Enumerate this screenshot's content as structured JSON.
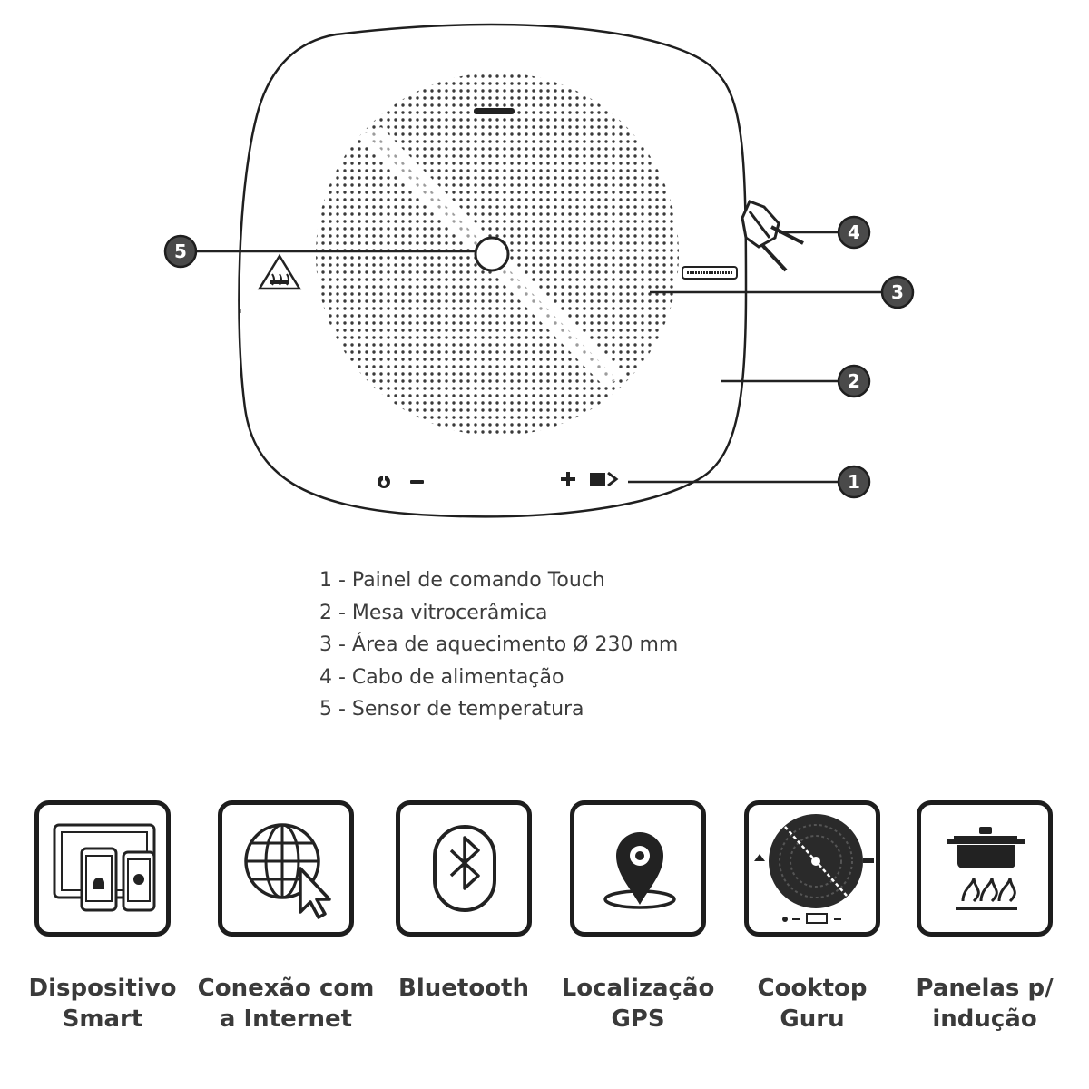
{
  "callouts": [
    {
      "number": "1",
      "text": "1 - Painel de comando Touch"
    },
    {
      "number": "2",
      "text": "2 - Mesa vitrocerâmica"
    },
    {
      "number": "3",
      "text": "3 - Área de aquecimento Ø 230 mm"
    },
    {
      "number": "4",
      "text": "4 - Cabo de alimentação"
    },
    {
      "number": "5",
      "text": "5 - Sensor de temperatura"
    }
  ],
  "features": [
    {
      "label": "Dispositivo\nSmart",
      "icon": "smart-devices-icon"
    },
    {
      "label": "Conexão com\na Internet",
      "icon": "globe-cursor-icon"
    },
    {
      "label": "Bluetooth",
      "icon": "bluetooth-icon"
    },
    {
      "label": "Localização\nGPS",
      "icon": "map-pin-icon"
    },
    {
      "label": "Cooktop\nGuru",
      "icon": "cooktop-icon"
    },
    {
      "label": "Panelas p/\nindução",
      "icon": "induction-pot-icon"
    }
  ],
  "colors": {
    "line": "#222222",
    "badge": "#4a4a4a",
    "text": "#3c3c3c"
  }
}
